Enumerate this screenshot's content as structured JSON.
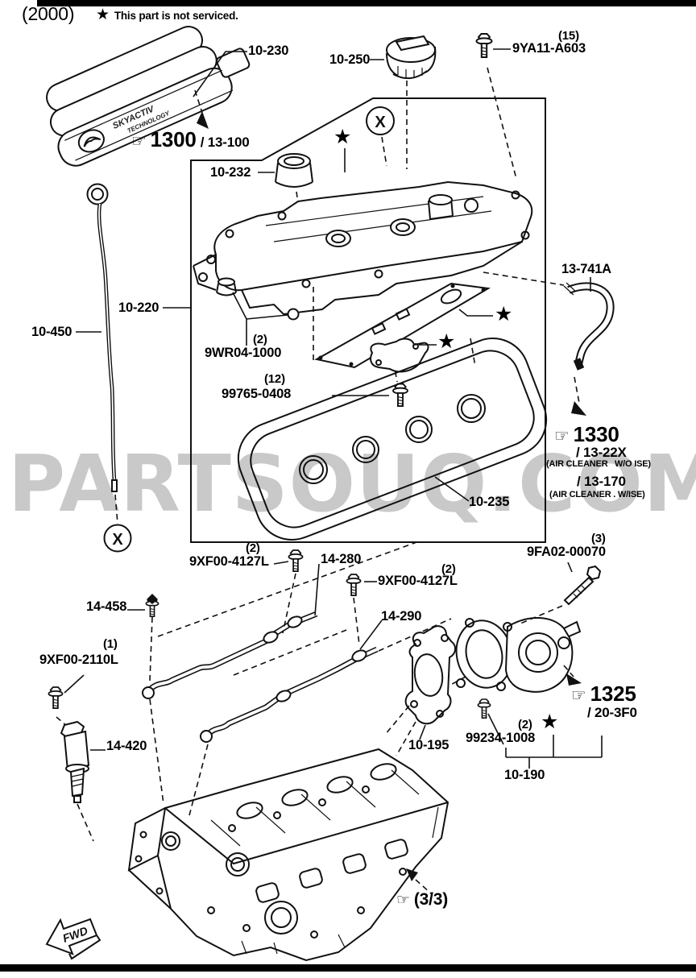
{
  "page": {
    "watermark": "PARTSOUQ.COM",
    "fwd_label": "FWD",
    "engine_cover_text1": "SKYACTIV",
    "engine_cover_text2": "TECHNOLOGY"
  },
  "header": {
    "model_code": "(2000)",
    "note": "This part is not serviced."
  },
  "icons": {
    "star": "★",
    "hand": "☞",
    "x_mark": "X"
  },
  "labels": {
    "p10_230": "10-230",
    "ref1300": "1300",
    "ref1300_sub": "/ 13-100",
    "p10_250": "10-250",
    "q15": "(15)",
    "p9ya11": "9YA11-A603",
    "p10_232": "10-232",
    "p10_220": "10-220",
    "p10_450": "10-450",
    "q2a": "(2)",
    "p9wr04": "9WR04-1000",
    "q12": "(12)",
    "p99765": "99765-0408",
    "p13_741a": "13-741A",
    "ref1330": "1330",
    "ref1330_sub1": "/ 13-22X",
    "ref1330_note1": "(AIR CLEANER   W/O ISE)",
    "ref1330_sub2": "/ 13-170",
    "ref1330_note2": "(AIR CLEANER . W/ISE)",
    "p10_235": "10-235",
    "q2b": "(2)",
    "p9xf00a": "9XF00-4127L",
    "p14_280": "14-280",
    "q2c": "(2)",
    "p9xf00b": "9XF00-4127L",
    "p14_290": "14-290",
    "p14_458": "14-458",
    "q1": "(1)",
    "p9xf00_2110": "9XF00-2110L",
    "p14_420": "14-420",
    "q3": "(3)",
    "p9fa02": "9FA02-00070",
    "p10_195": "10-195",
    "ref1325": "1325",
    "ref1325_sub": "/ 20-3F0",
    "q2d": "(2)",
    "p99234": "99234-1008",
    "p10_190": "10-190",
    "ref3_3": "(3/3)"
  }
}
